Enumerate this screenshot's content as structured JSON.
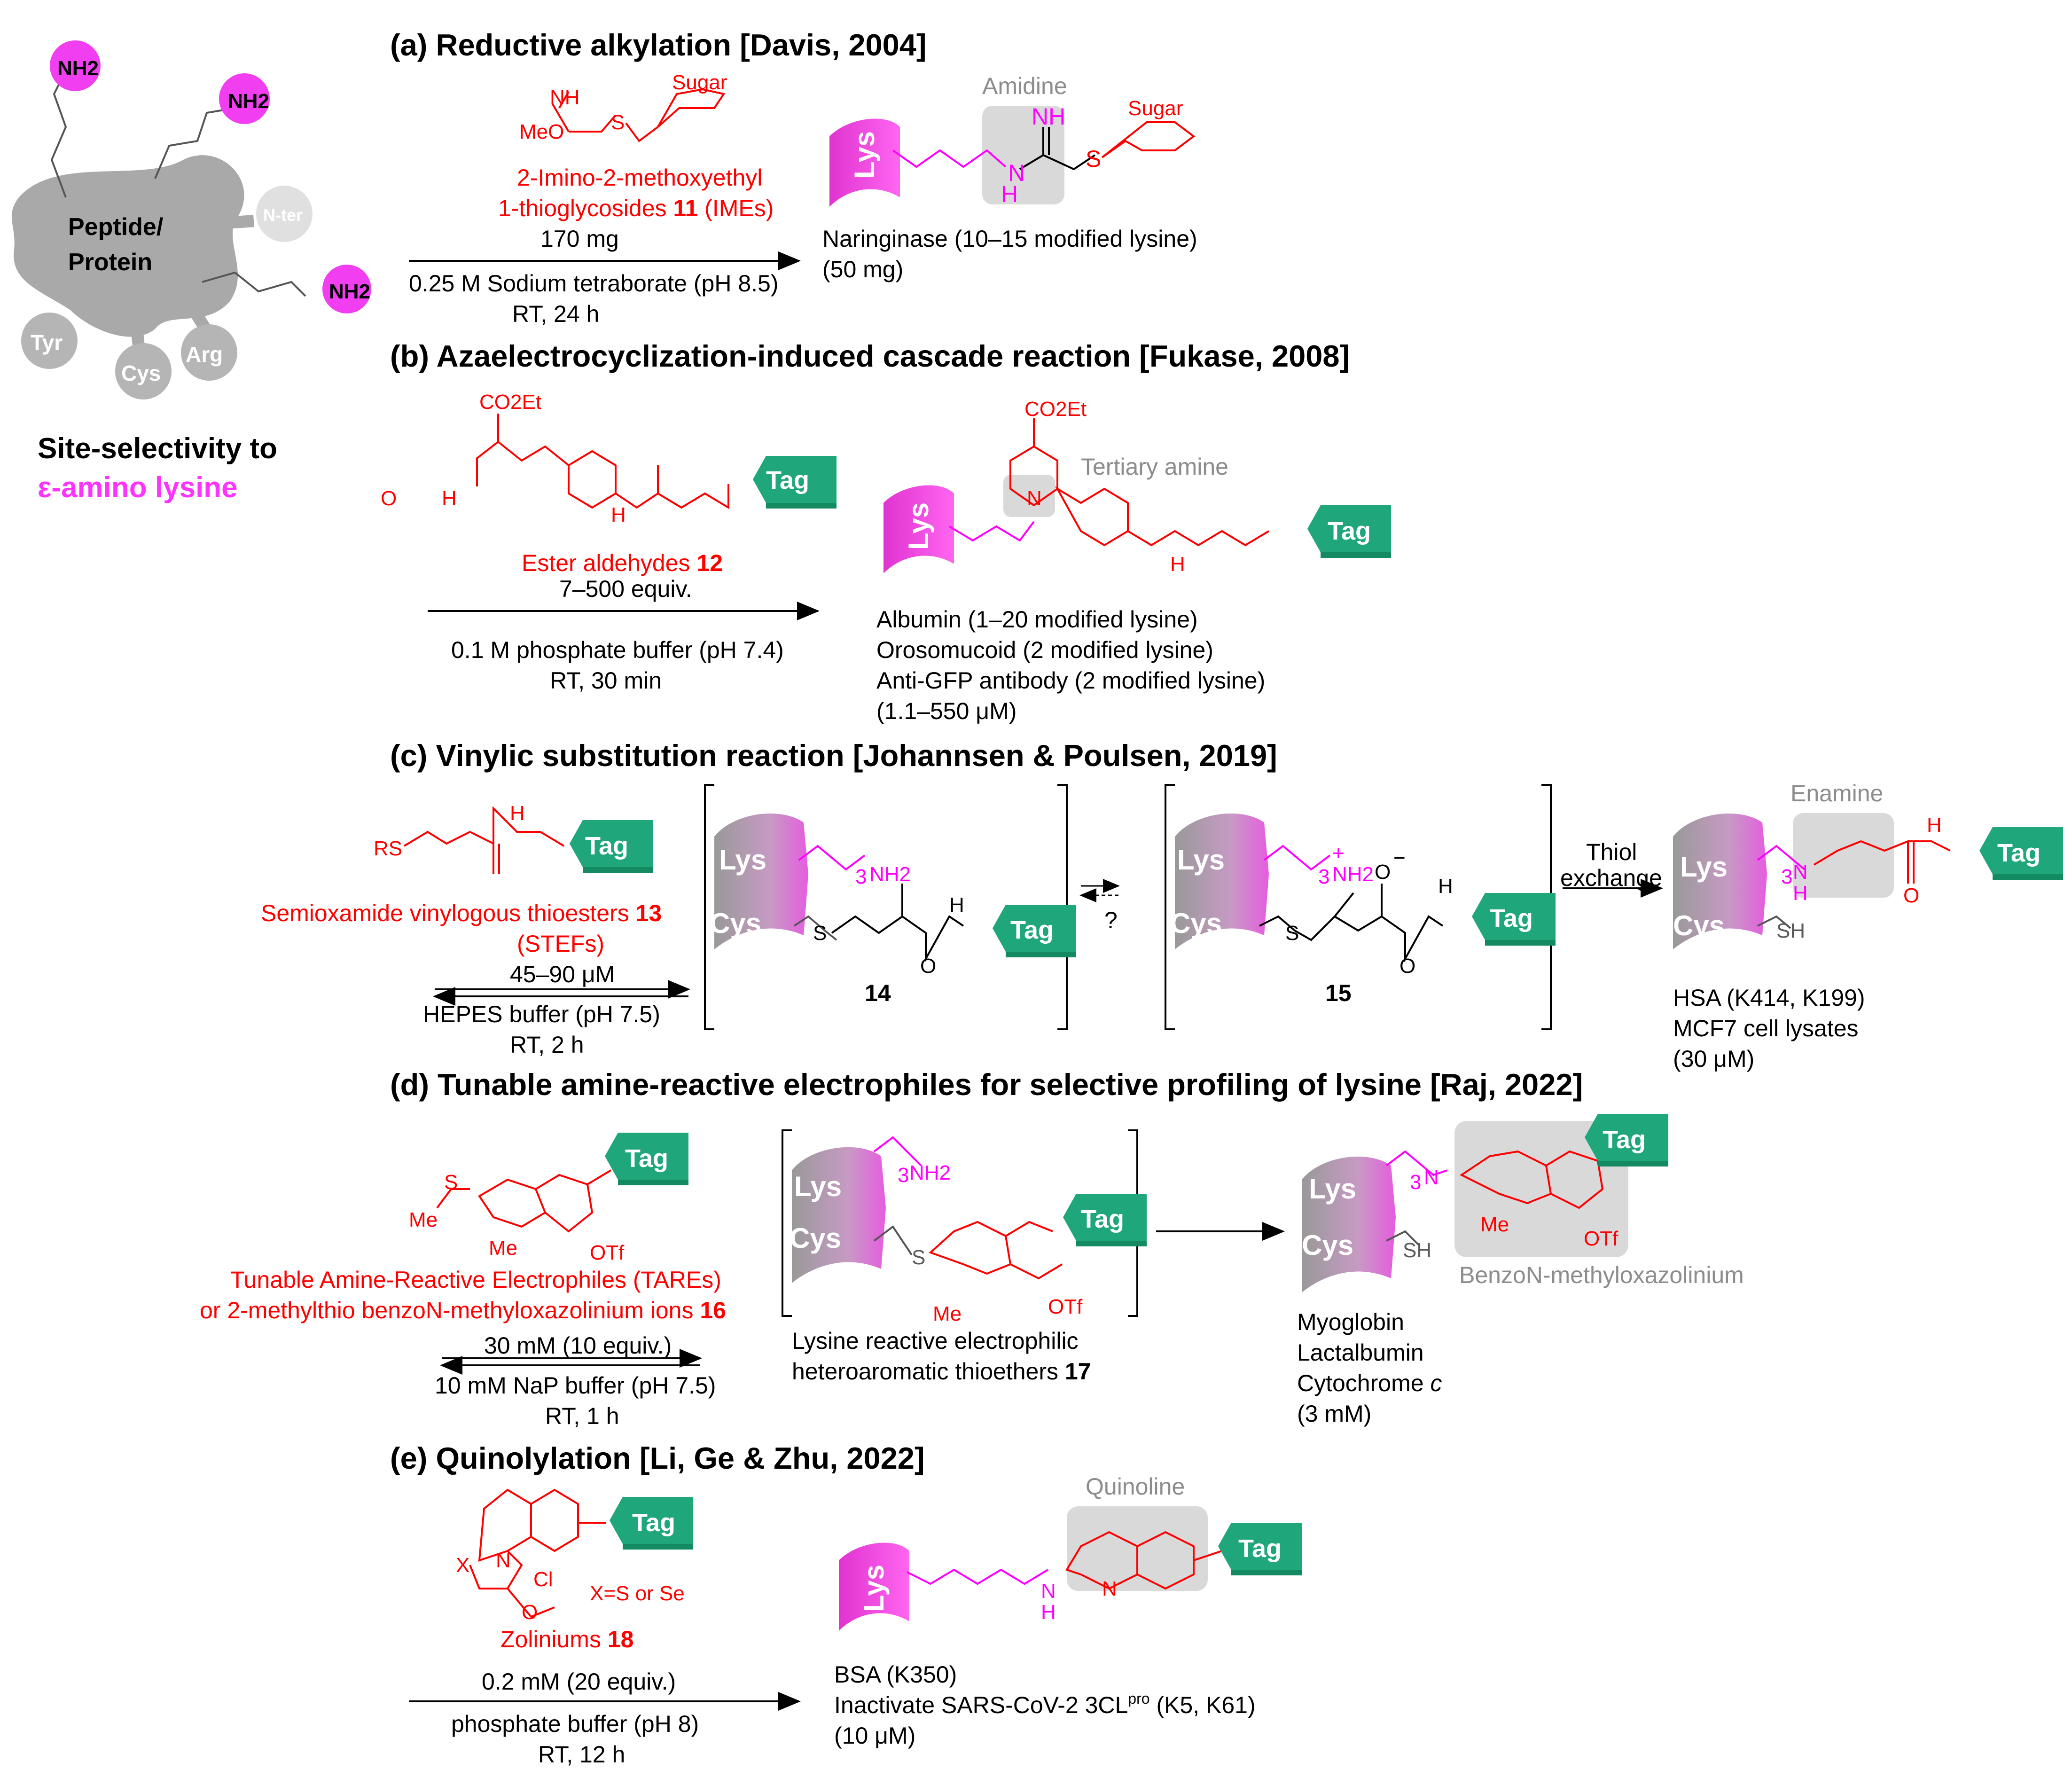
{
  "protein_panel": {
    "nh2": [
      "NH2",
      "NH2",
      "NH2"
    ],
    "nter": "N-ter",
    "body": [
      "Peptide/",
      "Protein"
    ],
    "residues": [
      "Tyr",
      "Cys",
      "Arg"
    ],
    "caption_1": "Site-selectivity to",
    "caption_2": "ε-amino lysine"
  },
  "chem_labels": {
    "lys": "Lys",
    "cys": "Cys",
    "tag": "Tag",
    "nh": "NH",
    "h": "H",
    "n": "N",
    "o": "O",
    "s": "S",
    "meo": "MeO",
    "sugar": "Sugar",
    "co2et": "CO2Et",
    "sh": "SH",
    "me": "Me",
    "otf": "OTf",
    "rs": "RS",
    "x": "X",
    "cl": "Cl",
    "three": "3",
    "nh2": "NH2",
    "plus": "+",
    "minus": "−",
    "q": "?"
  },
  "sections": {
    "a": {
      "title": "(a) Reductive alkylation [Davis, 2004]",
      "reagent_1": "2-Imino-2-methoxyethyl",
      "reagent_2": "1-thioglycosides ",
      "reagent_num": "11",
      "reagent_suffix": " (IMEs)",
      "amount": "170 mg",
      "cond_1": "0.25 M Sodium tetraborate (pH 8.5)",
      "cond_2": "RT, 24 h",
      "box_label": "Amidine",
      "product_1": "Naringinase (10–15 modified lysine)",
      "product_2": "(50 mg)"
    },
    "b": {
      "title": "(b) Azaelectrocyclization-induced cascade reaction [Fukase, 2008]",
      "reagent": "Ester aldehydes ",
      "reagent_num": "12",
      "amount": "7–500 equiv.",
      "cond_1": "0.1 M phosphate buffer (pH 7.4)",
      "cond_2": "RT, 30 min",
      "box_label": "Tertiary amine",
      "products": [
        "Albumin  (1–20 modified lysine)",
        "Orosomucoid (2 modified lysine)",
        "Anti-GFP antibody (2 modified lysine)",
        "(1.1–550 μM)"
      ]
    },
    "c": {
      "title": "(c) Vinylic substitution reaction [Johannsen & Poulsen, 2019]",
      "reagent_1": "Semioxamide vinylogous thioesters ",
      "reagent_num": "13",
      "reagent_2": "(STEFs)",
      "amount": "45–90 μM",
      "cond_1": "HEPES buffer (pH 7.5)",
      "cond_2": "RT, 2 h",
      "int_1": "14",
      "int_2": "15",
      "arrow_label_1": "Thiol",
      "arrow_label_2": "exchange",
      "box_label": "Enamine",
      "products": [
        "HSA (K414, K199)",
        "MCF7 cell lysates",
        "(30 μM)"
      ]
    },
    "d": {
      "title": "(d) Tunable amine-reactive electrophiles for selective profiling of lysine [Raj, 2022]",
      "reagent_1": "Tunable Amine-Reactive Electrophiles (TAREs)",
      "reagent_2": "or 2-methylthio benzoN-methyloxazolinium ions ",
      "reagent_num": "16",
      "amount": "30 mM (10 equiv.)",
      "cond_1": "10 mM NaP buffer (pH 7.5)",
      "cond_2": "RT, 1 h",
      "int_label_1": "Lysine reactive electrophilic",
      "int_label_2": "heteroaromatic thioethers ",
      "int_num": "17",
      "box_label": "BenzoN-methyloxazolinium",
      "products": [
        "Myoglobin",
        "Lactalbumin",
        "Cytochrome ",
        "(3 mM)"
      ],
      "products_italic": "c"
    },
    "e": {
      "title": "(e) Quinolylation [Li, Ge & Zhu, 2022]",
      "xs": "X=S or Se",
      "reagent": "Zoliniums ",
      "reagent_num": "18",
      "amount": "0.2 mM (20 equiv.)",
      "cond_1": "phosphate buffer (pH 8)",
      "cond_2": "RT, 12 h",
      "box_label": "Quinoline",
      "product_1": "BSA (K350)",
      "product_2a": "Inactivate SARS-CoV-2 3CL",
      "product_2sup": "pro",
      "product_2b": " (K5, K61)",
      "product_3": "(10 μM)"
    }
  },
  "colors": {
    "reagent": "#ff0000",
    "lysine_chain": "#ff00ff",
    "tag": "#1fa67a",
    "highlight_box": "#d9d9d9",
    "protein": "#a6a6a6"
  }
}
